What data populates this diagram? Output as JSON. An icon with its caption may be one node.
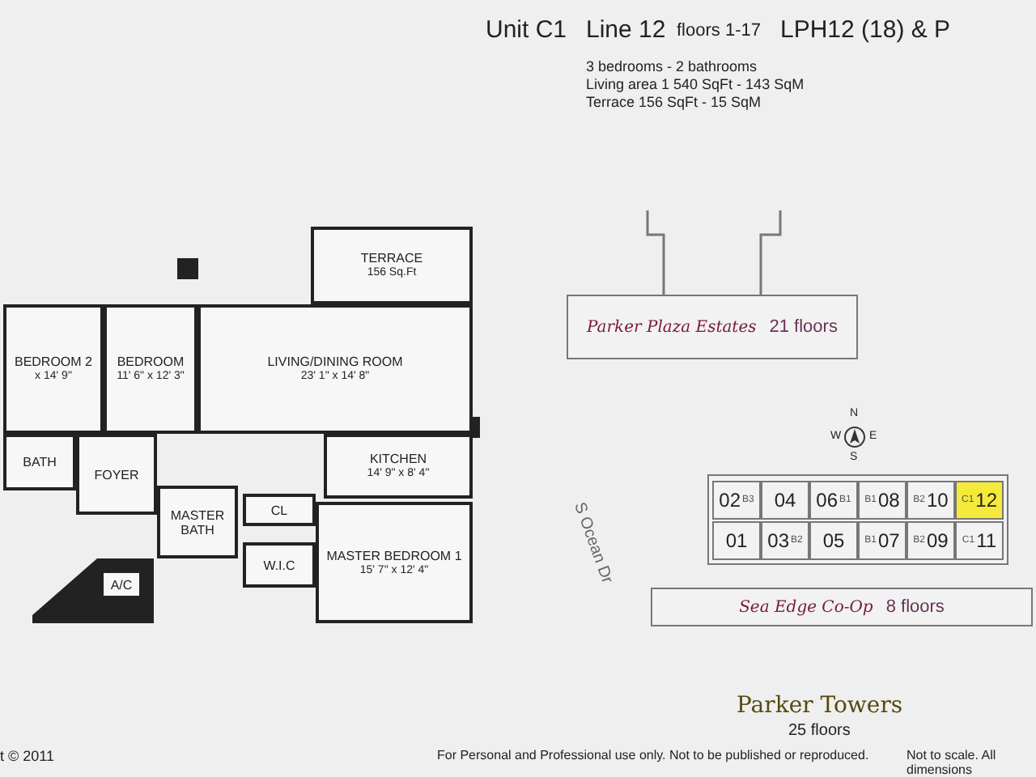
{
  "diagram": {
    "nodes": [
      {
        "text": [
          "BEDROOM 2",
          "x 14' 9\""
        ]
      },
      {
        "text": [
          "BEDROOM",
          "11' 6\" x 12' 3\""
        ]
      },
      {
        "text": [
          "TERRACE",
          "156 Sq.Ft"
        ]
      },
      {
        "text": [
          "LIVING/DINING ROOM",
          "23' 1\" x 14' 8\""
        ]
      },
      {
        "text": [
          "KITCHEN",
          "14' 9\" x 8' 4\""
        ]
      },
      {
        "text": [
          "BATH"
        ]
      },
      {
        "text": [
          "FOYER"
        ]
      },
      {
        "text": [
          "A/C"
        ]
      },
      {
        "text": [
          "MASTER BATH"
        ]
      },
      {
        "text": [
          "CL"
        ]
      },
      {
        "text": [
          "W.I.C"
        ]
      },
      {
        "text": [
          "MASTER BEDROOM 1",
          "15' 7\" x 12' 4\""
        ]
      },
      {
        "text": [
          "Parker Plaza Estates",
          "21 floors"
        ]
      },
      {
        "text": [],
        "shape": "box"
      },
      {
        "text": [
          "02",
          "B3"
        ],
        "in": 13
      },
      {
        "text": [
          "04"
        ],
        "in": 13
      },
      {
        "text": [
          "06",
          "B1"
        ],
        "in": 13
      },
      {
        "text": [
          "B1",
          "08"
        ],
        "in": 13
      },
      {
        "text": [
          "B2",
          "10"
        ],
        "in": 13
      },
      {
        "text": [
          "C1",
          "12"
        ],
        "in": 13
      },
      {
        "text": [
          "01"
        ],
        "in": 13
      },
      {
        "text": [
          "03",
          "B2"
        ],
        "in": 13
      },
      {
        "text": [
          "05"
        ],
        "in": 13
      },
      {
        "text": [
          "B1",
          "07"
        ],
        "in": 13
      },
      {
        "text": [
          "B2",
          "09"
        ],
        "in": 13
      },
      {
        "text": [
          "C1",
          "11"
        ],
        "in": 13
      },
      {
        "text": [
          "Sea Edge Co-Op",
          "8 floors"
        ]
      }
    ],
    "labels": [
      "Unit C1",
      "Line 12",
      "floors 1-17",
      "LPH12 (18) & P",
      "3 bedrooms - 2 bathrooms",
      "Living area 1 540 SqFt - 143 SqM",
      "Terrace 156 SqFt - 15 SqM",
      "N",
      "W",
      "E",
      "S",
      "S Ocean Dr",
      "Parker Towers",
      "25 floors",
      "t © 2011",
      "For Personal and Professional use only. Not to be published or reproduced.",
      "Not to scale. All dimensions"
    ]
  }
}
